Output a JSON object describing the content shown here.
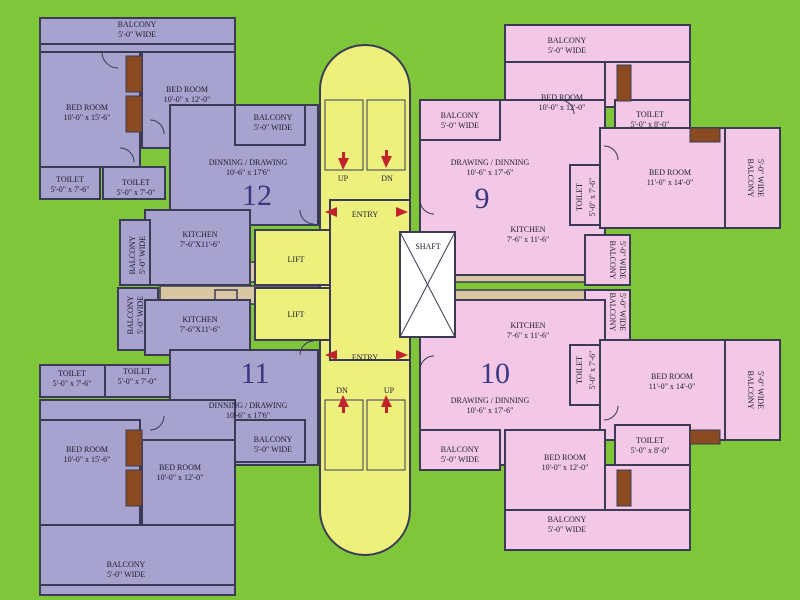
{
  "units": {
    "u12": "12",
    "u9": "9",
    "u11": "11",
    "u10": "10"
  },
  "core": {
    "entry_top": "ENTRY",
    "entry_bottom": "ENTRY",
    "up_top": "UP",
    "dn_top": "DN",
    "dn_bottom": "DN",
    "up_bottom": "UP",
    "lift1": "LIFT",
    "lift2": "LIFT",
    "shaft": "SHAFT"
  },
  "u12": {
    "balcony_top": {
      "name": "BALCONY",
      "size": "5'-0\" WIDE"
    },
    "bed_left": {
      "name": "BED ROOM",
      "size": "10'-0\" x 15'-6\""
    },
    "bed_right": {
      "name": "BED ROOM",
      "size": "10'-0\" x 12'-0\""
    },
    "balcony_mid": {
      "name": "BALCONY",
      "size": "5'-0\" WIDE"
    },
    "dining": {
      "name": "DINNING / DRAWING",
      "size": "10'-6\" x 17'6\""
    },
    "toilet1": {
      "name": "TOILET",
      "size": "5'-0\" x 7'-6\""
    },
    "toilet2": {
      "name": "TOILET",
      "size": "5'-0\" x 7'-0\""
    },
    "kitchen": {
      "name": "KITCHEN",
      "size": "7'-6\"X11'-6\""
    },
    "balcony_side": {
      "name": "BALCONY",
      "size": "5'-0\" WIDE"
    }
  },
  "u11": {
    "balcony_side": {
      "name": "BALCONY",
      "size": "5'-0\" WIDE"
    },
    "kitchen": {
      "name": "KITCHEN",
      "size": "7'-6\"X11'-6\""
    },
    "toilet1": {
      "name": "TOILET",
      "size": "5'-0\" x 7'-6\""
    },
    "toilet2": {
      "name": "TOILET",
      "size": "5'-0\" x 7'-0\""
    },
    "dining": {
      "name": "DINNING / DRAWING",
      "size": "10'-6\" x 17'6\""
    },
    "bed_left": {
      "name": "BED ROOM",
      "size": "10'-0\" x 15'-6\""
    },
    "bed_right": {
      "name": "BED ROOM",
      "size": "10'-0\" x 12'-0\""
    },
    "balcony_mid": {
      "name": "BALCONY",
      "size": "5'-0\" WIDE"
    },
    "balcony_bottom": {
      "name": "BALCONY",
      "size": "5'-0\" WIDE"
    }
  },
  "u9": {
    "balcony_top": {
      "name": "BALCONY",
      "size": "5'-0\" WIDE"
    },
    "bed_top": {
      "name": "BED ROOM",
      "size": "10'-0\" x 12'-0\""
    },
    "balcony_left": {
      "name": "BALCONY",
      "size": "5'-0\" WIDE"
    },
    "toilet_top": {
      "name": "TOILET",
      "size": "5'-0\" x 8'-0\""
    },
    "drawing": {
      "name": "DRAWING / DINNING",
      "size": "10'-6\" x 17'-6\""
    },
    "bed_right": {
      "name": "BED ROOM",
      "size": "11'-0\" x 14'-0\""
    },
    "balcony_right": {
      "name": "BALCONY",
      "size": "5'-0\" WIDE"
    },
    "toilet_side": {
      "name": "TOILET",
      "size": "5'-0\" x 7'-6\""
    },
    "kitchen": {
      "name": "KITCHEN",
      "size": "7'-6\" x 11'-6\""
    },
    "balcony_small": {
      "name": "BALCONY",
      "size": "5'-0\" WIDE"
    }
  },
  "u10": {
    "balcony_small": {
      "name": "BALCONY",
      "size": "5'-0\" WIDE"
    },
    "kitchen": {
      "name": "KITCHEN",
      "size": "7'-6\" x 11'-6\""
    },
    "toilet_side": {
      "name": "TOILET",
      "size": "5'-0\" x 7'-6\""
    },
    "bed_right": {
      "name": "BED ROOM",
      "size": "11'-0\" x 14'-0\""
    },
    "balcony_right": {
      "name": "BALCONY",
      "size": "5'-0\" WIDE"
    },
    "drawing": {
      "name": "DRAWING / DINNING",
      "size": "10'-6\" x 17'-6\""
    },
    "toilet_bottom": {
      "name": "TOILET",
      "size": "5'-0\" x 8'-0\""
    },
    "balcony_left": {
      "name": "BALCONY",
      "size": "5'-0\" WIDE"
    },
    "bed_bottom": {
      "name": "BED ROOM",
      "size": "10'-0\" x 12'-0\""
    },
    "balcony_bottom": {
      "name": "BALCONY",
      "size": "5'-0\" WIDE"
    }
  },
  "colors": {
    "background": "#7fc63a",
    "unit_purple": "#a8a2cf",
    "unit_pink": "#f3c8e6",
    "core_yellow": "#eef07e",
    "corridor": "#d9c6a3",
    "arrow": "#c0242a"
  }
}
